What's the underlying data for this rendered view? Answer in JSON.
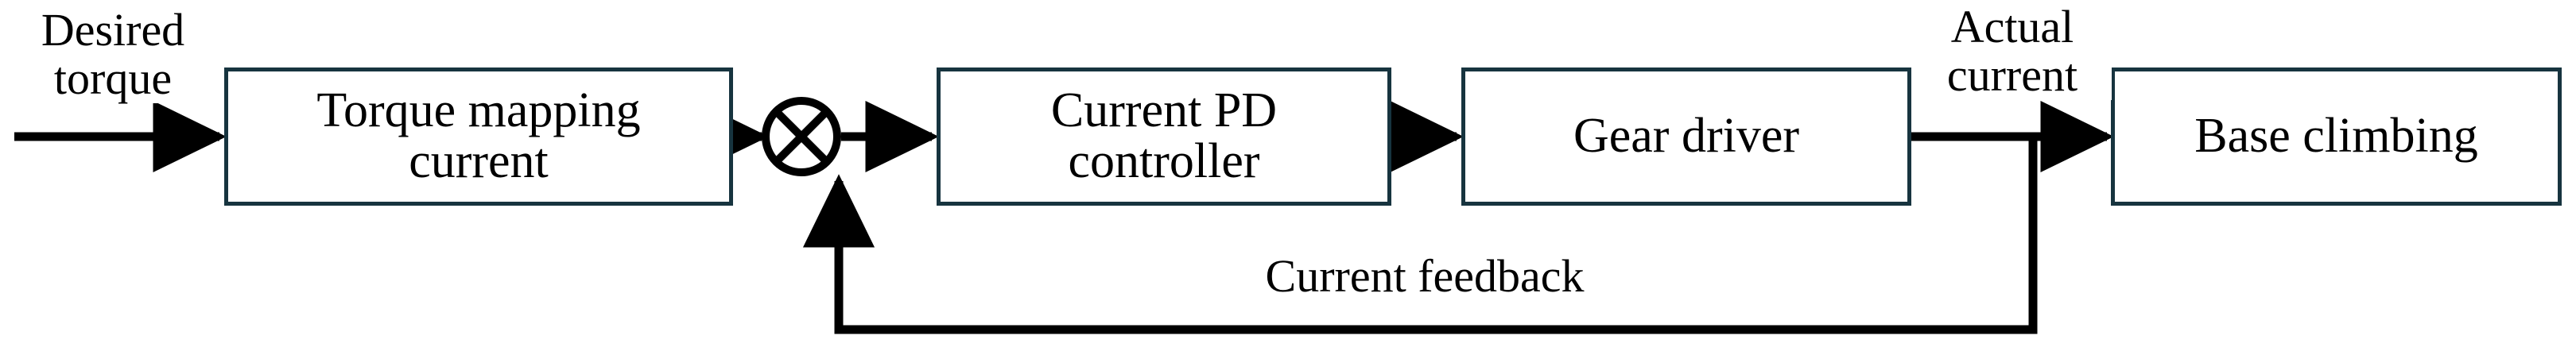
{
  "diagram": {
    "title": "Current control loop block diagram",
    "type": "control-block-diagram",
    "colors": {
      "block_border": "#17343f",
      "line": "#000000",
      "text": "#000000",
      "background": "#ffffff"
    },
    "blocks": [
      {
        "id": "torque-mapping",
        "label": "Torque mapping\ncurrent"
      },
      {
        "id": "current-pd",
        "label": "Current PD\ncontroller"
      },
      {
        "id": "gear-driver",
        "label": "Gear driver"
      },
      {
        "id": "base-climbing",
        "label": "Base climbing"
      }
    ],
    "junctions": [
      {
        "id": "summing-junction",
        "symbol": "circle-with-cross"
      }
    ],
    "signals": [
      {
        "id": "desired-torque",
        "label": "Desired\ntorque"
      },
      {
        "id": "actual-current",
        "label": "Actual\ncurrent"
      },
      {
        "id": "current-feedback",
        "label": "Current feedback"
      }
    ]
  }
}
